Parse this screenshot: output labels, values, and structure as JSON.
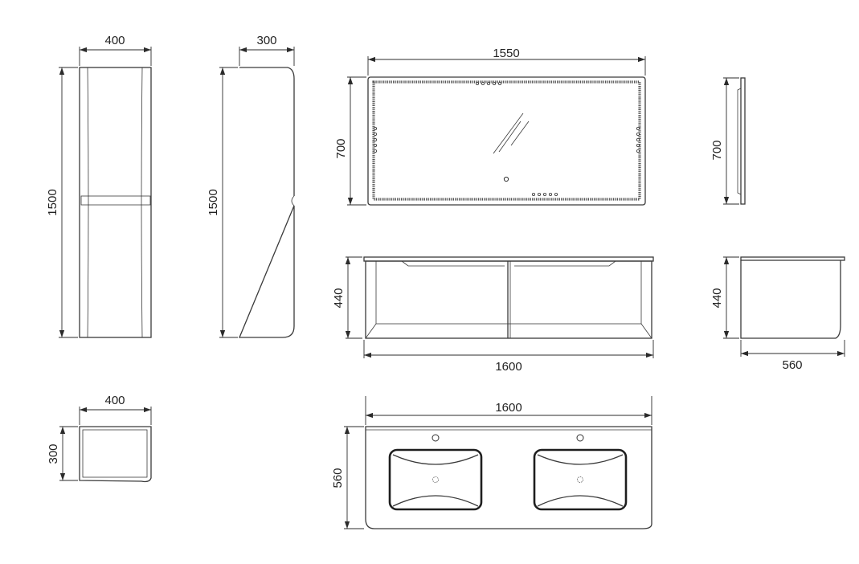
{
  "dimensions": {
    "tall_front_width": "400",
    "tall_front_height": "1500",
    "tall_side_depth": "300",
    "tall_side_height": "1500",
    "mirror_width": "1550",
    "mirror_height": "700",
    "mirror_side_height": "700",
    "vanity_height": "440",
    "vanity_width": "1600",
    "vanity_side_height": "440",
    "vanity_side_depth": "560",
    "tall_top_width": "400",
    "tall_top_depth": "300",
    "basin_width": "1600",
    "basin_depth": "560"
  }
}
